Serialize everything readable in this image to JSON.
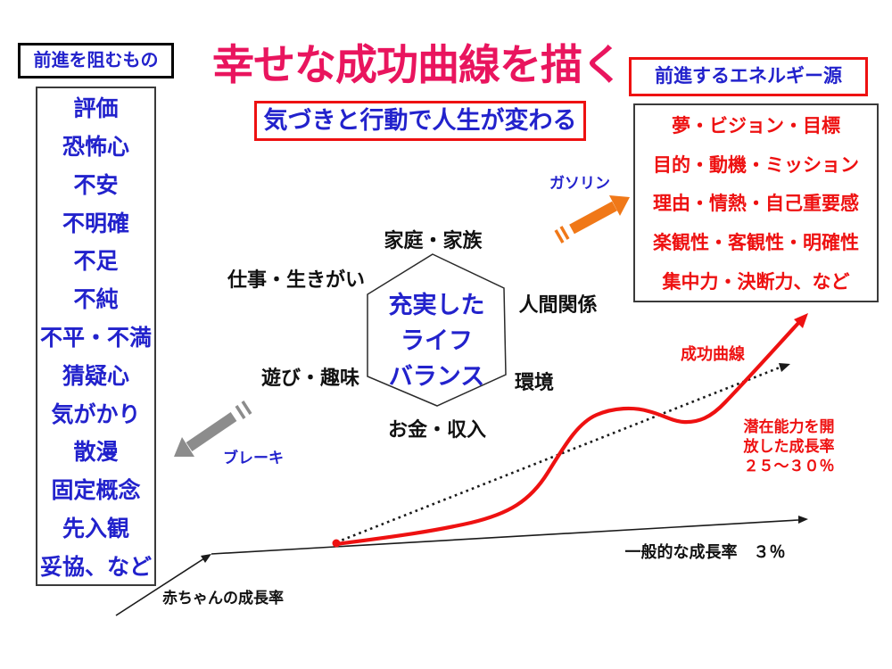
{
  "title": "幸せな成功曲線を描く",
  "subtitle": "気づきと行動で人生が変わる",
  "blockers": {
    "header": "前進を阻むもの",
    "items": [
      "評価",
      "恐怖心",
      "不安",
      "不明確",
      "不足",
      "不純",
      "不平・不満",
      "猜疑心",
      "気がかり",
      "散漫",
      "固定概念",
      "先入観",
      "妥協、など"
    ]
  },
  "energy": {
    "header": "前進するエネルギー源",
    "items": [
      "夢・ビジョン・目標",
      "目的・動機・ミッション",
      "理由・情熱・自己重要感",
      "楽観性・客観性・明確性",
      "集中力・決断力、など"
    ]
  },
  "hexagon": {
    "center_lines": [
      "充実した",
      "ライフ",
      "バランス"
    ],
    "labels": {
      "top": "家庭・家族",
      "upper_left": "仕事・生きがい",
      "upper_right": "人間関係",
      "lower_left": "遊び・趣味",
      "lower_right": "環境",
      "bottom": "お金・収入"
    }
  },
  "arrows": {
    "gas": "ガソリン",
    "brake": "ブレーキ"
  },
  "growth_chart": {
    "success_curve_label": "成功曲線",
    "potential_lines": [
      "潜在能力を開",
      "放した成長率",
      "２５～３０％"
    ],
    "general_rate_label": "一般的な成長率　３％",
    "baby_rate_label": "赤ちゃんの成長率"
  },
  "colors": {
    "title_pink": "#E9155E",
    "text_blue": "#2222CC",
    "text_red": "#EE1111",
    "arrow_orange": "#F07818",
    "arrow_gray": "#8C8C8C",
    "line_black": "#1A1A1A"
  }
}
